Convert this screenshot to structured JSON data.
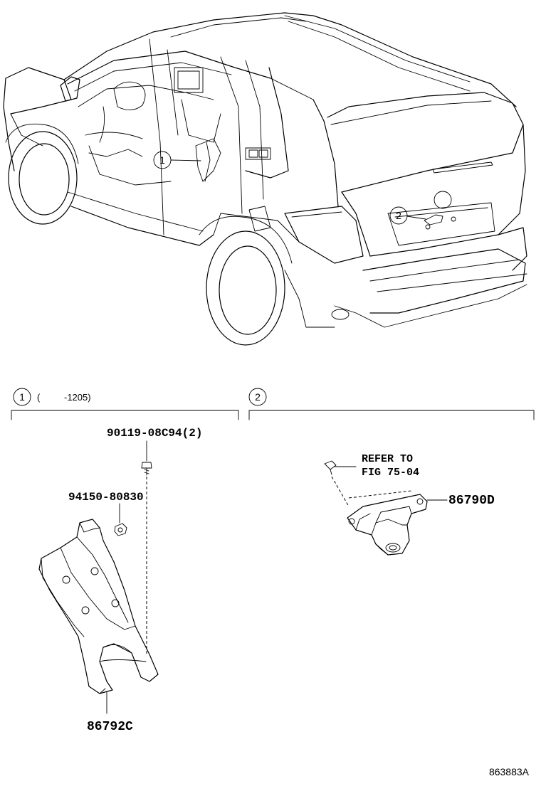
{
  "callouts": {
    "one": "1",
    "two": "2"
  },
  "section_1": {
    "number": "1",
    "range_open": "(",
    "range_end": "-1205)",
    "parts": {
      "bolt": "90119-08C94(2)",
      "nut": "94150-80830",
      "bracket": "86792C"
    }
  },
  "section_2": {
    "number": "2",
    "refer_line1": "REFER TO",
    "refer_line2": "FIG 75-04",
    "camera": "86790D"
  },
  "figure_id": "863883A"
}
